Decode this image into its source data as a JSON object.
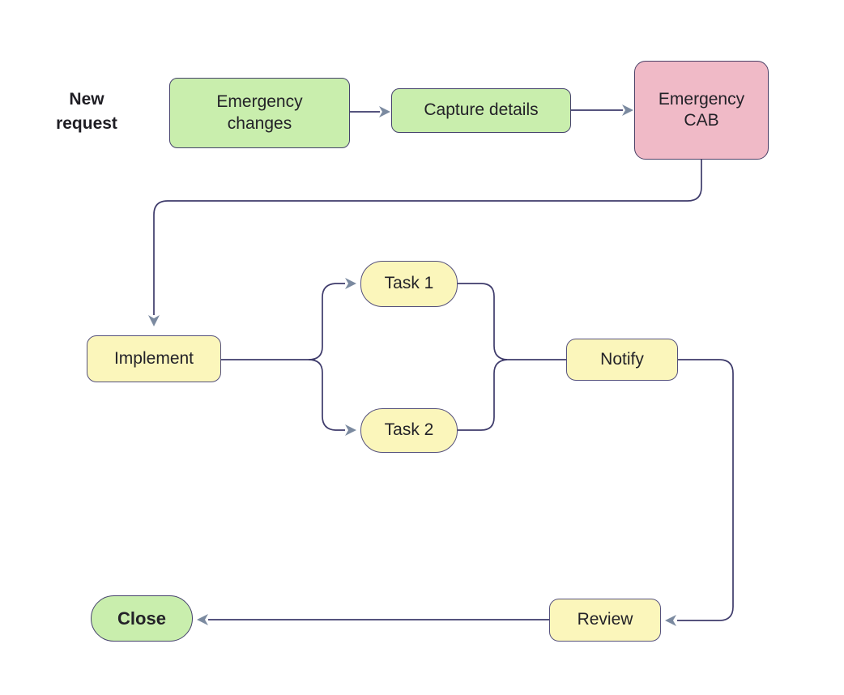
{
  "diagram": {
    "annotation": {
      "new_request": "New request"
    },
    "nodes": [
      {
        "id": "emergency-changes",
        "label": "Emergency changes",
        "fill": "#c9eead",
        "shape": "rounded-rect"
      },
      {
        "id": "capture-details",
        "label": "Capture details",
        "fill": "#c9eead",
        "shape": "rounded-rect"
      },
      {
        "id": "emergency-cab",
        "label": "Emergency CAB",
        "fill": "#f0bac7",
        "shape": "rounded-rect"
      },
      {
        "id": "implement",
        "label": "Implement",
        "fill": "#fbf6bb",
        "shape": "rounded-rect"
      },
      {
        "id": "task-1",
        "label": "Task 1",
        "fill": "#fbf6bb",
        "shape": "stadium"
      },
      {
        "id": "task-2",
        "label": "Task 2",
        "fill": "#fbf6bb",
        "shape": "stadium"
      },
      {
        "id": "notify",
        "label": "Notify",
        "fill": "#fbf6bb",
        "shape": "rounded-rect"
      },
      {
        "id": "review",
        "label": "Review",
        "fill": "#fbf6bb",
        "shape": "rounded-rect"
      },
      {
        "id": "close",
        "label": "Close",
        "fill": "#c9eead",
        "shape": "pill"
      }
    ],
    "edges": [
      {
        "from": "emergency-changes",
        "to": "capture-details"
      },
      {
        "from": "capture-details",
        "to": "emergency-cab"
      },
      {
        "from": "emergency-cab",
        "to": "implement"
      },
      {
        "from": "implement",
        "to": "task-1"
      },
      {
        "from": "implement",
        "to": "task-2"
      },
      {
        "from": "task-1",
        "to": "notify"
      },
      {
        "from": "task-2",
        "to": "notify"
      },
      {
        "from": "notify",
        "to": "review"
      },
      {
        "from": "review",
        "to": "close"
      }
    ],
    "colors": {
      "background": "#ffffff",
      "line": "#3e3b6b",
      "arrowhead": "#7b8aa0",
      "text": "#232228",
      "green_fill": "#c9eead",
      "pink_fill": "#f0bac7",
      "yellow_fill": "#fbf6bb"
    }
  }
}
